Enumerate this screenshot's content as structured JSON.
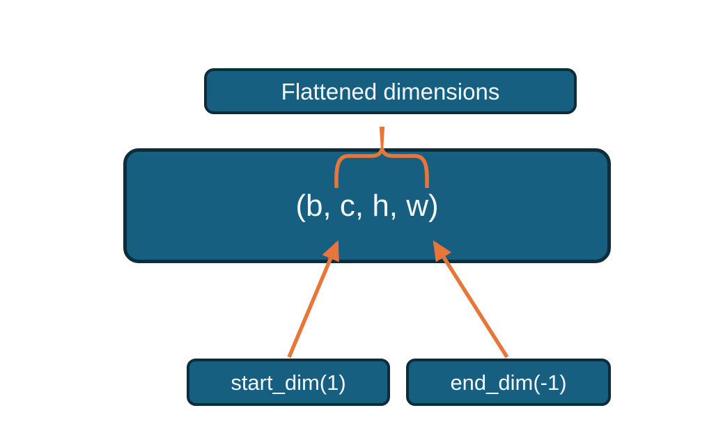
{
  "colors": {
    "background": "#FFFFFF",
    "box_fill": "#175F80",
    "box_border": "#0D2C3C",
    "connector": "#E8763A",
    "text_color": "#F2F6F7"
  },
  "nodes": {
    "flattened_label": "Flattened dimensions",
    "tensor_shape": "(b, c, h, w)",
    "start_dim": "start_dim(1)",
    "end_dim": "end_dim(-1)"
  },
  "connectors": {
    "brace": "curly-brace spanning c, h, w linked to Flattened dimensions",
    "arrow_start_dim": "arrow from start_dim(1) to dimension c",
    "arrow_end_dim": "arrow from end_dim(-1) to dimension w"
  }
}
